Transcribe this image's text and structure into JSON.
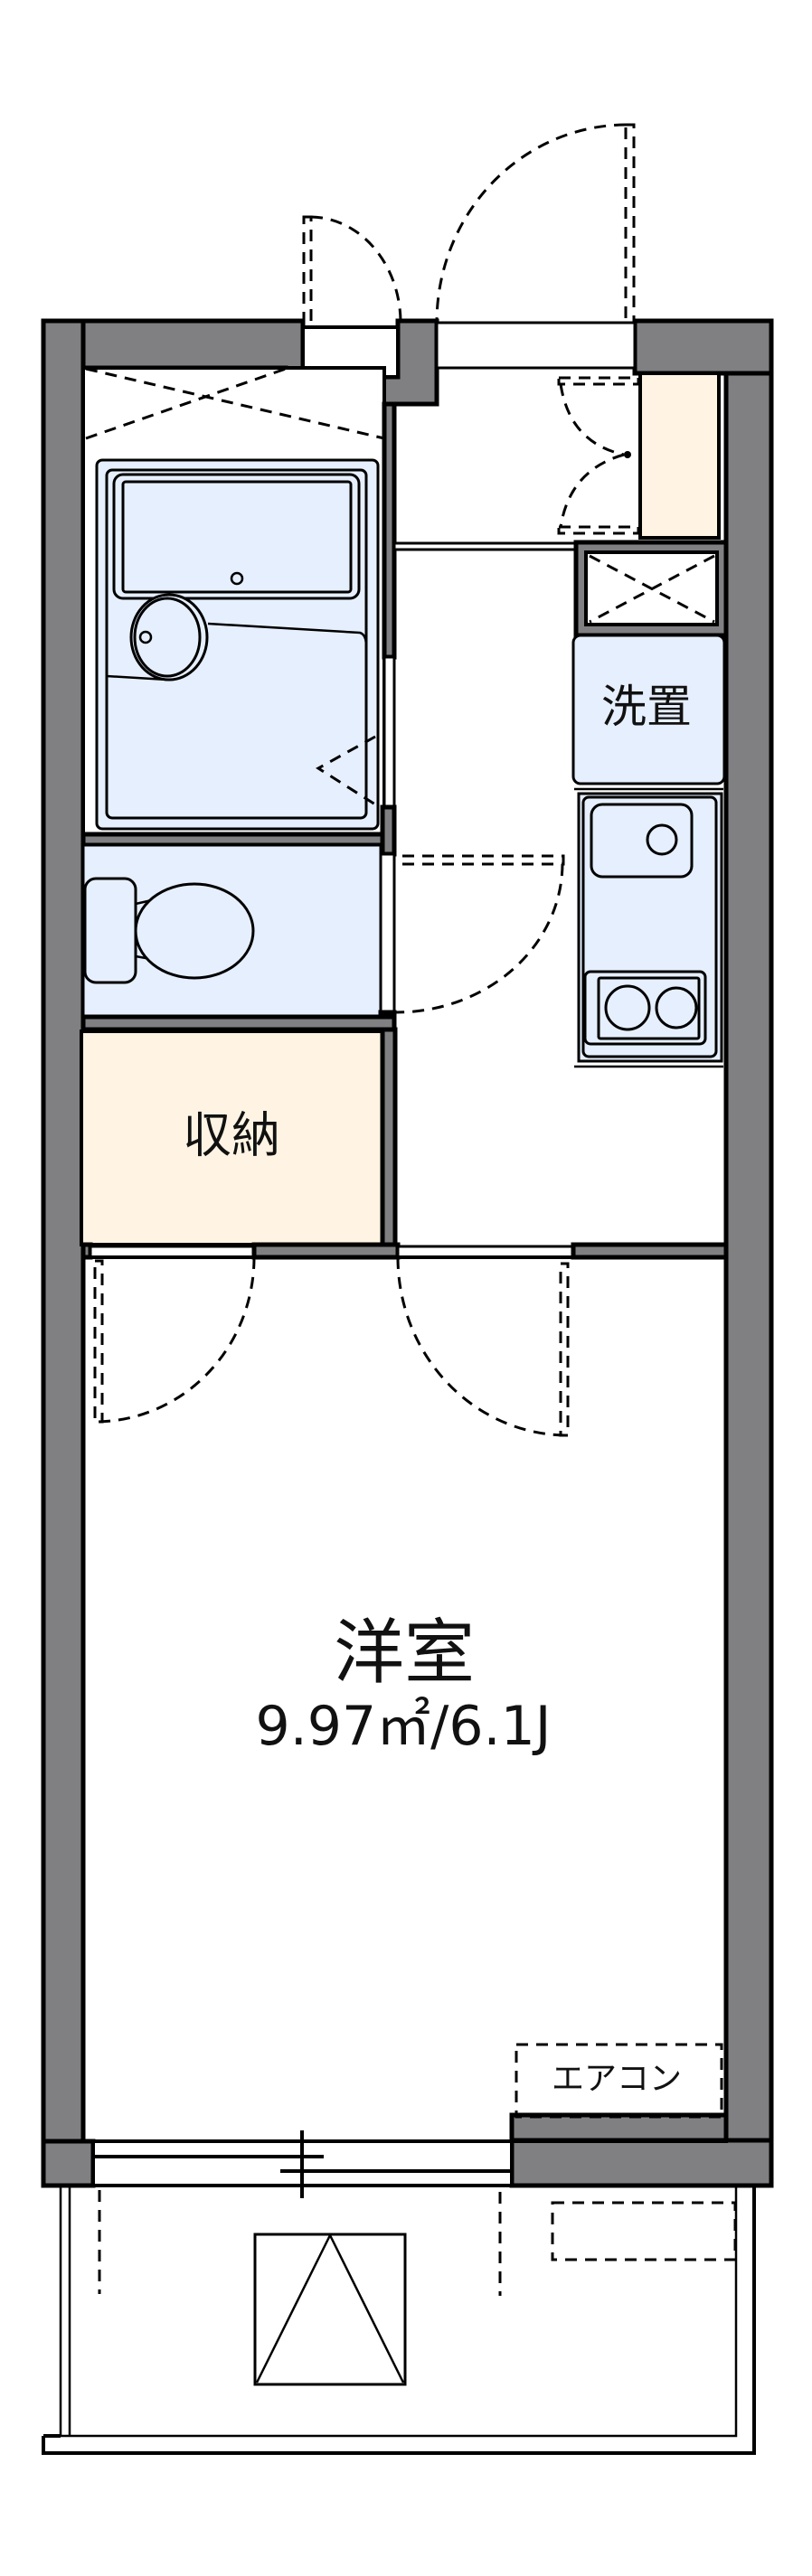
{
  "rooms": {
    "main_room": {
      "name": "洋室",
      "area": "9.97㎡/6.1J"
    },
    "storage": {
      "name": "収納"
    },
    "washer": {
      "name": "洗置"
    },
    "aircon": {
      "name": "エアコン"
    }
  },
  "colors": {
    "wall": "#808083",
    "wet_area": "#E6EFFD",
    "storage": "#FFF4E3",
    "floor": "#FFFFFF"
  }
}
